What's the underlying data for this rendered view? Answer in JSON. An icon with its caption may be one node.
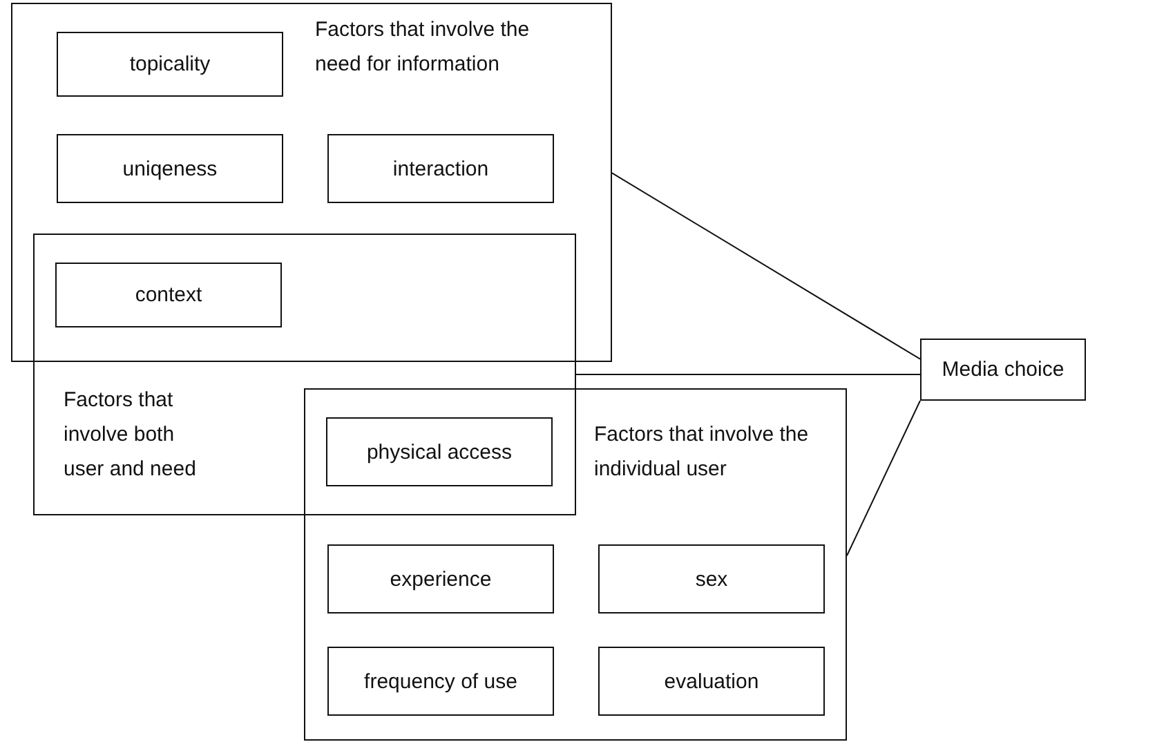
{
  "diagram": {
    "nodes": [
      {
        "text": [
          "Factors that involve the need for information"
        ]
      },
      {
        "text": [
          "topicality"
        ],
        "in": 0
      },
      {
        "text": [
          "uniqeness"
        ],
        "in": 0
      },
      {
        "text": [
          "interaction"
        ],
        "in": 0
      },
      {
        "text": [
          "Factors that involve both user and need"
        ]
      },
      {
        "text": [
          "context"
        ]
      },
      {
        "text": [
          "Factors that involve the individual user"
        ]
      },
      {
        "text": [
          "physical access"
        ]
      },
      {
        "text": [
          "experience"
        ],
        "in": 6
      },
      {
        "text": [
          "sex"
        ],
        "in": 6
      },
      {
        "text": [
          "frequency of use"
        ],
        "in": 6
      },
      {
        "text": [
          "evaluation"
        ],
        "in": 6
      },
      {
        "text": [
          "Media choice"
        ]
      }
    ],
    "edges": [
      {
        "from": 0,
        "to": 12,
        "arrow": "none"
      },
      {
        "from": 4,
        "to": 12,
        "arrow": "none"
      },
      {
        "from": 6,
        "to": 12,
        "arrow": "none"
      }
    ]
  }
}
